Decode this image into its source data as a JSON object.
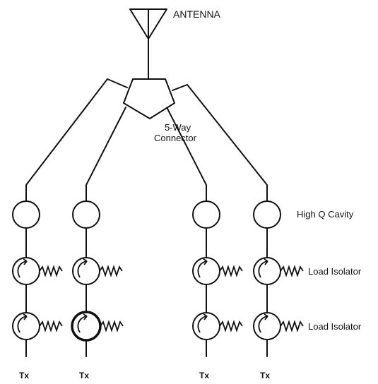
{
  "labels": {
    "antenna": "ANTENNA",
    "connector_line1": "5-Way",
    "connector_line2": "Connector",
    "cavity": "High Q Cavity",
    "isolator_upper": "Load Isolator",
    "isolator_lower": "Load Isolator",
    "tx": [
      "Tx",
      "Tx",
      "Tx",
      "Tx"
    ]
  },
  "channels": [
    {
      "cavity": "high-q-cavity",
      "isolators": [
        "isolator",
        "isolator"
      ],
      "input": "Tx"
    },
    {
      "cavity": "high-q-cavity",
      "isolators": [
        "isolator",
        "isolator"
      ],
      "input": "Tx"
    },
    {
      "cavity": "high-q-cavity",
      "isolators": [
        "isolator",
        "isolator"
      ],
      "input": "Tx"
    },
    {
      "cavity": "high-q-cavity",
      "isolators": [
        "isolator",
        "isolator"
      ],
      "input": "Tx"
    }
  ]
}
